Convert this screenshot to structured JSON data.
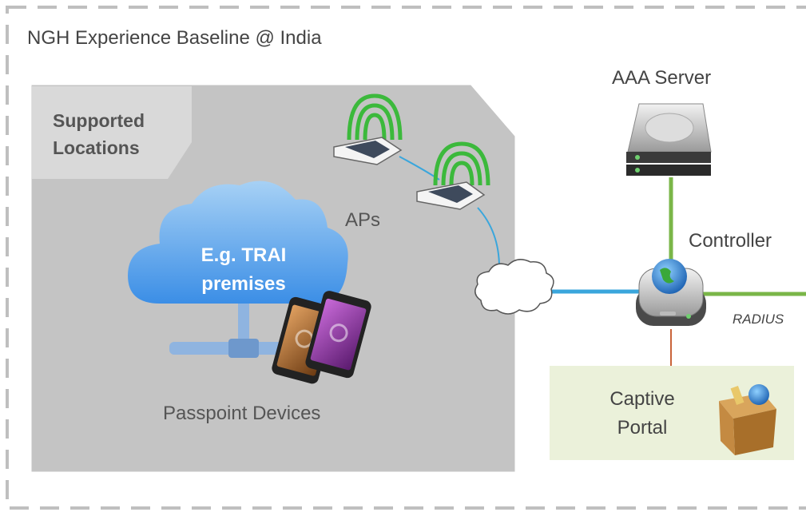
{
  "title": "NGH Experience Baseline @ India",
  "supported_locations": [
    "Supported",
    "Locations"
  ],
  "cloud_label": [
    "E.g. TRAI",
    "premises"
  ],
  "aps_label": "APs",
  "passpoint_label": "Passpoint Devices",
  "aaa_label": "AAA Server",
  "controller_label": "Controller",
  "radius_label": "RADIUS",
  "captive_portal_label": [
    "Captive",
    "Portal"
  ],
  "icons": [
    "wifi-ap-icon",
    "server-icon",
    "controller-icon",
    "cloud-icon",
    "smartphone-icon",
    "package-icon"
  ],
  "colors": {
    "region_fill": "#c4c4c4",
    "link_blue": "#3aa6dc",
    "link_green": "#7ab648",
    "link_orange": "#c9643a",
    "portal_fill": "#ebf1da",
    "border_dash": "#bfbfbf"
  }
}
